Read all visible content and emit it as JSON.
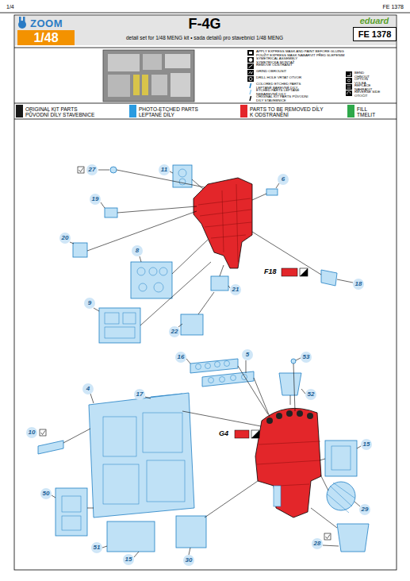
{
  "diagram": {
    "title": "F-4G",
    "labels": [
      "1/4",
      "FE 1378",
      "ZOOM",
      "1/48",
      "detail set for 1/48 MENG kit • sada detailů pro stavebnici 1/48 MENG",
      "eduard",
      "FE 1378",
      "27",
      "11",
      "6",
      "19",
      "20",
      "8",
      "9",
      "18",
      "F18",
      "21",
      "22",
      "53",
      "52",
      "16",
      "5",
      "17",
      "10",
      "4",
      "G4",
      "15",
      "50",
      "29",
      "28",
      "51",
      "15",
      "30"
    ],
    "legend": [
      {
        "text": "APPLY EXPRESS MASK AND PAINT BEFORE GLUING POUŽIT EXPRESS MASK NABARVIT PŘED SLEPENÍM"
      },
      {
        "text": "SYMETRICAL ASSEMBLY SYMETRICKÁ MONTÁŽ"
      },
      {
        "text": "REMOVE ODSTRANIT"
      },
      {
        "text": "GRIND OBROUSIT"
      },
      {
        "text": "DRILL HOLE VRTAT OTVOR"
      },
      {
        "text": "COLORED ETCHED PARTS LEPTANÉ BAREVNÉ DÍLY"
      },
      {
        "text": "ETCHED PARTS LEPTANÉ NEBAREVNÉ DÍLY"
      },
      {
        "text": "ORIGINAL KIT PARTS PŮVODNÍ DÍLY STAVEBNICE"
      },
      {
        "text": "BEND OHNOUT"
      },
      {
        "text": "OPTION VOLBA"
      },
      {
        "text": "REPLACE NAHRADIT"
      },
      {
        "text": "REVERSE SIDE OTOČIT"
      },
      {
        "text": "ORIGINAL KIT PARTS PŮVODNÍ DÍLY STAVEBNICE",
        "color": "#1a1a1a"
      },
      {
        "text": "PHOTO-ETCHED PARTS LEPTANÉ DÍLY",
        "color": "#2b9be0"
      },
      {
        "text": "PARTS TO BE REMOVED DÍLY K ODSTRANĚNÍ",
        "color": "#e3262a"
      },
      {
        "text": "FILL TMELIT",
        "color": "#2ea84a"
      }
    ]
  }
}
